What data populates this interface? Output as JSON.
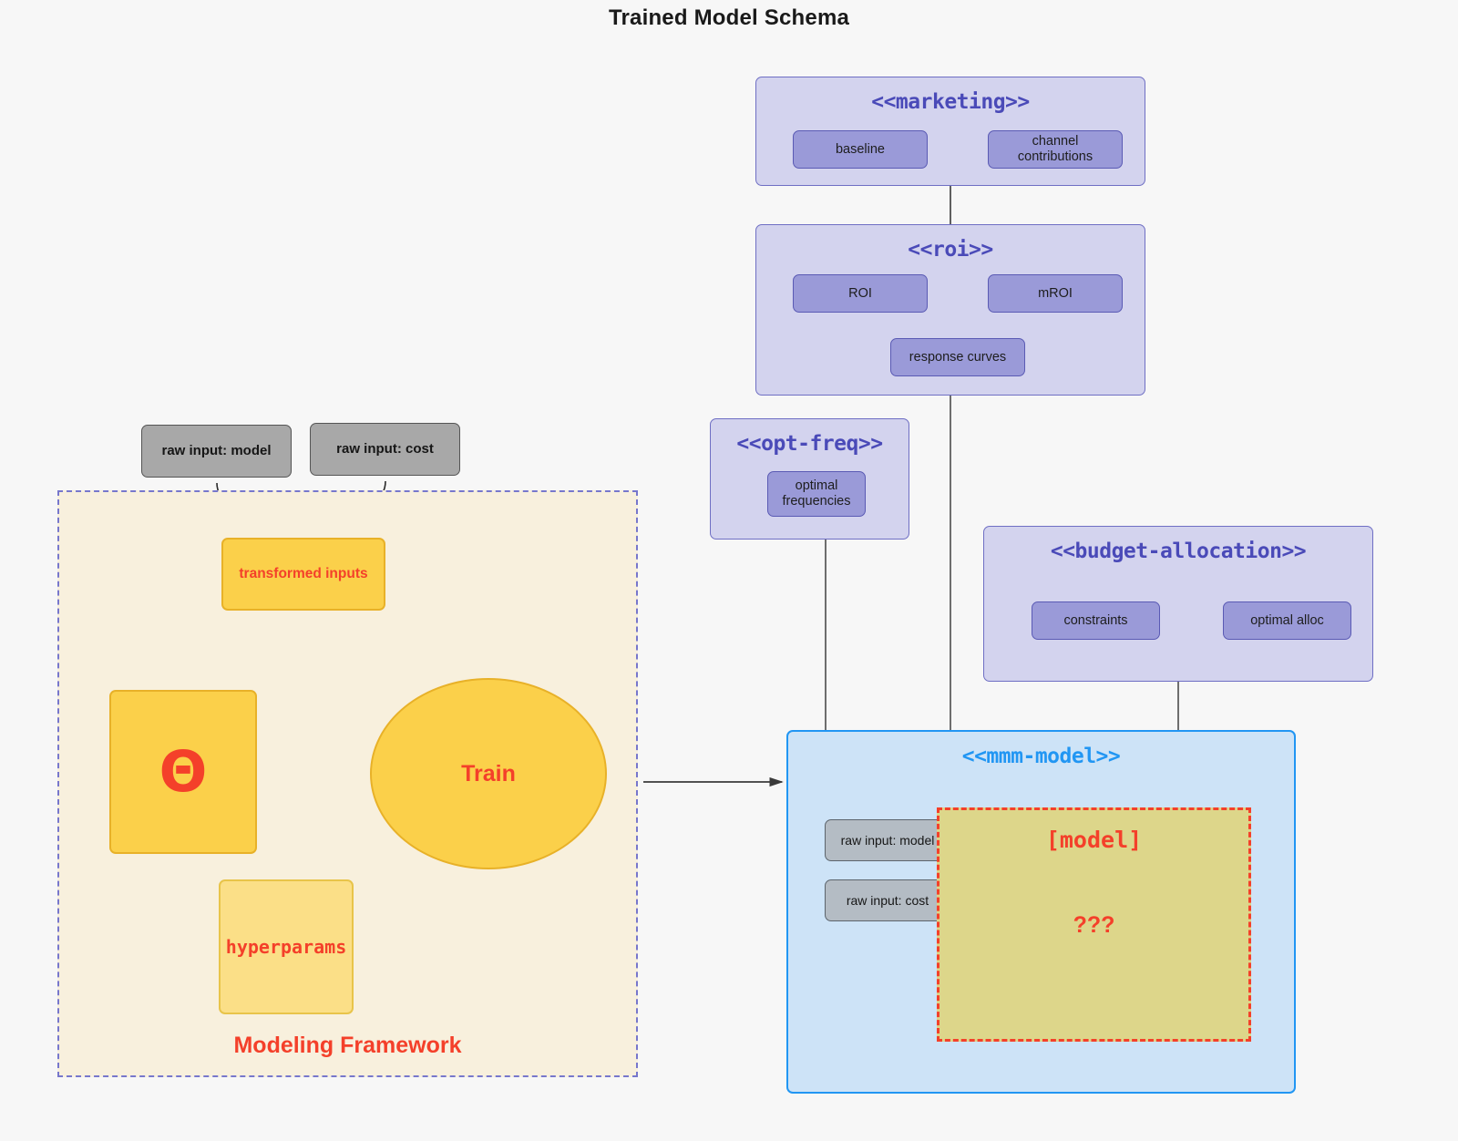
{
  "title": "Trained Model Schema",
  "packages": [
    {
      "name": "marketing",
      "label": "<<marketing>>",
      "nodes": [
        {
          "name": "baseline",
          "label": "baseline"
        },
        {
          "name": "channel-contributions",
          "label": "channel contributions"
        }
      ]
    },
    {
      "name": "roi",
      "label": "<<roi>>",
      "nodes": [
        {
          "name": "roi",
          "label": "ROI"
        },
        {
          "name": "mroi",
          "label": "mROI"
        },
        {
          "name": "response-curves",
          "label": "response curves"
        }
      ]
    },
    {
      "name": "opt-freq",
      "label": "<<opt-freq>>",
      "nodes": [
        {
          "name": "optimal-frequencies",
          "label": "optimal frequencies"
        }
      ]
    },
    {
      "name": "budget-allocation",
      "label": "<<budget-allocation>>",
      "nodes": [
        {
          "name": "constraints",
          "label": "constraints"
        },
        {
          "name": "optimal-alloc",
          "label": "optimal alloc"
        }
      ]
    }
  ],
  "mmm_model": {
    "label": "<<mmm-model>>",
    "inputs": [
      {
        "name": "raw-input-model",
        "label": "raw input: model"
      },
      {
        "name": "raw-input-cost",
        "label": "raw input: cost"
      }
    ],
    "slot": {
      "title": "[model]",
      "question": "???"
    }
  },
  "framework": {
    "label": "Modeling Framework",
    "raw_inputs": [
      {
        "name": "raw-input-model",
        "label": "raw input: model"
      },
      {
        "name": "raw-input-cost",
        "label": "raw input: cost"
      }
    ],
    "transformed_inputs": "transformed inputs",
    "theta": "Θ",
    "hyperparams": "hyperparams",
    "train": "Train"
  },
  "colors": {
    "background": "#f7f7f7",
    "package_fill": "#d3d3ee",
    "package_border": "#6f6fc4",
    "package_title": "#4a4ab8",
    "component_fill": "#9a9ad8",
    "component_border": "#5a5ab4",
    "framework_fill": "#f8f0dd",
    "framework_border": "#7777cc",
    "accent_red": "#f4402a",
    "yellow_fill": "#fbd04a",
    "yellow_pale": "#fbdf87",
    "yellow_border": "#e8b128",
    "mmm_fill": "#cde3f7",
    "mmm_border": "#2196f3",
    "slot_fill": "#ddd68a",
    "gray_fill": "#a8a8a8",
    "gray_border": "#555555"
  }
}
